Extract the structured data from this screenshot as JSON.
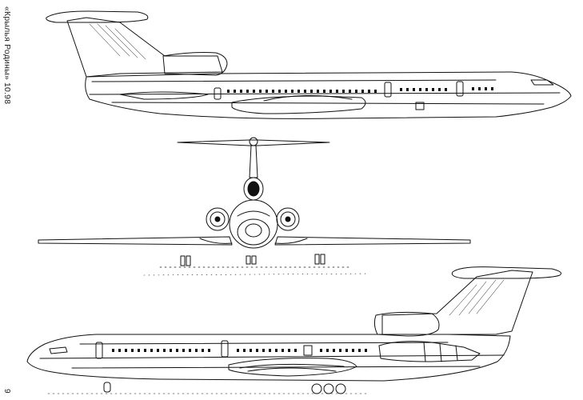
{
  "magazine_caption": "«Крылья Родины» 10.98",
  "page_number": "9",
  "views": [
    {
      "name": "side-view-right"
    },
    {
      "name": "front-view"
    },
    {
      "name": "side-view-left"
    }
  ]
}
